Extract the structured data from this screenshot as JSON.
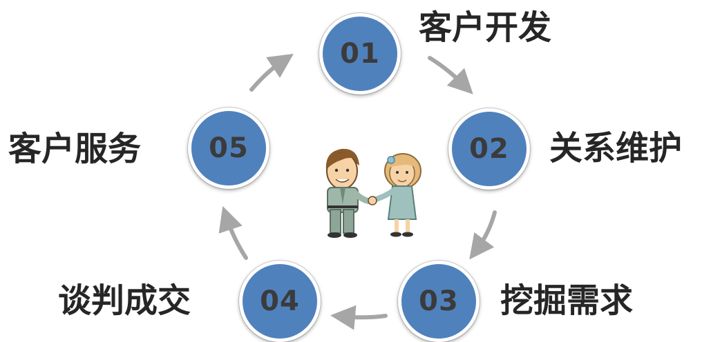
{
  "steps": [
    {
      "number": "01",
      "label": "客户开发"
    },
    {
      "number": "02",
      "label": "关系维护"
    },
    {
      "number": "03",
      "label": "挖掘需求"
    },
    {
      "number": "04",
      "label": "谈判成交"
    },
    {
      "number": "05",
      "label": "客户服务"
    }
  ],
  "colors": {
    "node_fill": "#4f81bd",
    "number_text": "#3b3b3b",
    "label_text": "#262626",
    "arrow": "#a6a6a6"
  },
  "center_illustration": "handshake-people-icon"
}
